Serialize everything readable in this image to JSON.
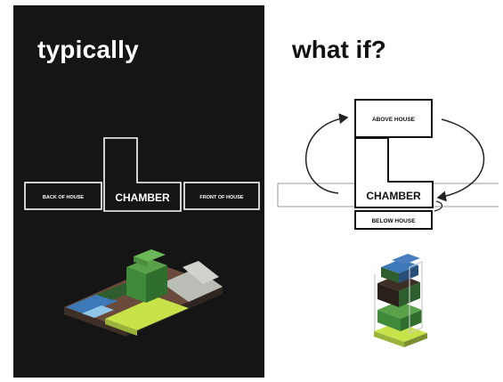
{
  "left": {
    "title": "typically",
    "labels": {
      "back": "BACK OF HOUSE",
      "chamber": "CHAMBER",
      "front": "FRONT OF HOUSE"
    }
  },
  "right": {
    "title": "what if?",
    "labels": {
      "above": "ABOVE HOUSE",
      "chamber": "CHAMBER",
      "below": "BELOW HOUSE"
    }
  },
  "colors": {
    "panel_bg": "#151515",
    "light_green": "#c8e24a",
    "mid_green": "#3f8a3a",
    "dark_green": "#2f5e2e",
    "grey": "#b9bdb6",
    "blue": "#3d78b8",
    "light_blue": "#8fc6e8",
    "brown": "#6a4a3a",
    "dark_brown": "#3d2e26"
  }
}
